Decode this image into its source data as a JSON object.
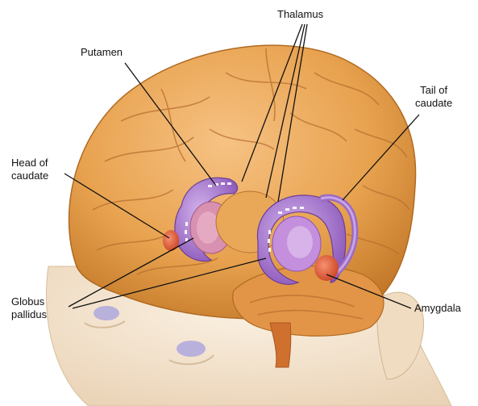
{
  "labels": {
    "thalamus": "Thalamus",
    "putamen": "Putamen",
    "tail_of_caudate_1": "Tail of",
    "tail_of_caudate_2": "caudate",
    "head_of_caudate_1": "Head of",
    "head_of_caudate_2": "caudate",
    "globus_pallidus_1": "Globus",
    "globus_pallidus_2": "pallidus",
    "amygdala": "Amygdala"
  },
  "colors": {
    "brain": "#e8a24f",
    "brain_dark": "#b86d22",
    "face": "#f3e4cf",
    "caudate": "#9a6bc4",
    "amygdala": "#e0522c",
    "leader_line": "#111111"
  }
}
